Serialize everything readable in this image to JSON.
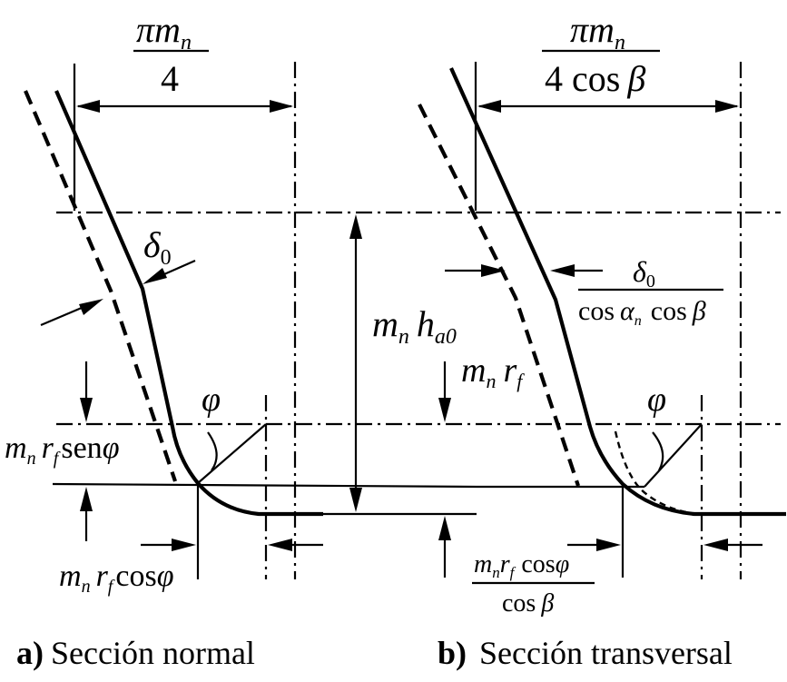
{
  "panel_a": {
    "pitch_numerator": "πm",
    "pitch_numerator_sub": "n",
    "pitch_denominator": "4",
    "delta_symbol": "δ",
    "delta_sub": "0",
    "phi_symbol": "φ",
    "rf_sen_m": "m",
    "rf_sen_sub1": "n",
    "rf_sen_r": "r",
    "rf_sen_sub2": "f",
    "rf_sen_func": "sen",
    "rf_sen_phi": "φ",
    "rf_cos_m": "m",
    "rf_cos_sub1": "n",
    "rf_cos_r": "r",
    "rf_cos_sub2": "f",
    "rf_cos_func": "cos",
    "rf_cos_phi": "φ",
    "caption_letter": "a)",
    "caption_text": "Sección normal"
  },
  "center": {
    "ha_m": "m",
    "ha_sub1": "n",
    "ha_h": "h",
    "ha_sub2": "a0",
    "rf_m": "m",
    "rf_sub1": "n",
    "rf_r": "r",
    "rf_sub2": "f"
  },
  "panel_b": {
    "pitch_numerator": "πm",
    "pitch_numerator_sub": "n",
    "pitch_denominator_a": "4 cos",
    "pitch_denominator_b": "β",
    "delta_symbol": "δ",
    "delta_sub": "0",
    "delta_den_cos1": "cos",
    "delta_den_alpha": "α",
    "delta_den_alpha_sub": "n",
    "delta_den_cos2": "cos",
    "delta_den_beta": "β",
    "phi_symbol": "φ",
    "bottom_num_m": "m",
    "bottom_num_sub1": "n",
    "bottom_num_r": "r",
    "bottom_num_sub2": "f",
    "bottom_num_cos": "cos",
    "bottom_num_phi": "φ",
    "bottom_den_cos": "cos",
    "bottom_den_beta": "β",
    "caption_letter": "b)",
    "caption_text": "Sección transversal"
  }
}
